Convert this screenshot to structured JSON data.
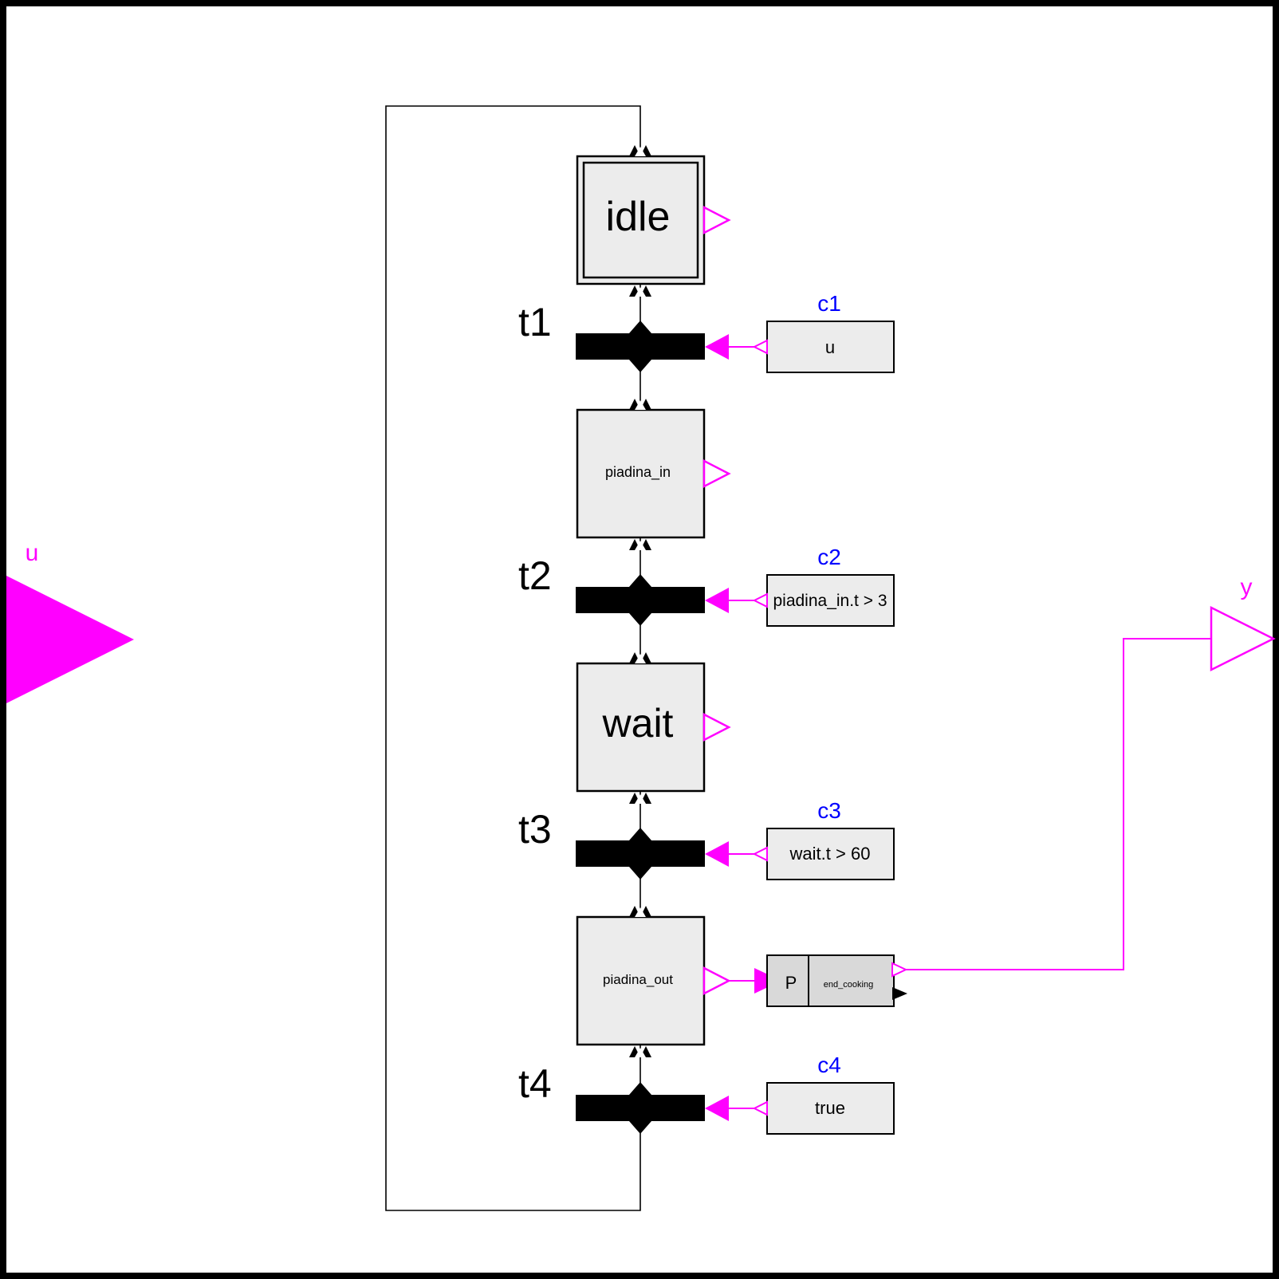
{
  "colors": {
    "signal": "#ff00ff",
    "condition_label": "#0000ff",
    "step_fill": "#ececec",
    "frame": "#000000"
  },
  "input": {
    "label": "u"
  },
  "output": {
    "label": "y"
  },
  "steps": [
    {
      "id": "idle",
      "label": "idle",
      "initial": true
    },
    {
      "id": "piadina_in",
      "label": "piadina_in",
      "initial": false
    },
    {
      "id": "wait",
      "label": "wait",
      "initial": false
    },
    {
      "id": "piadina_out",
      "label": "piadina_out",
      "initial": false
    }
  ],
  "transitions": [
    {
      "label": "t1"
    },
    {
      "label": "t2"
    },
    {
      "label": "t3"
    },
    {
      "label": "t4"
    }
  ],
  "conditions": [
    {
      "name": "c1",
      "expression": "u"
    },
    {
      "name": "c2",
      "expression": "piadina_in.t > 3"
    },
    {
      "name": "c3",
      "expression": "wait.t > 60"
    },
    {
      "name": "c4",
      "expression": "true"
    }
  ],
  "action": {
    "prefix": "P",
    "label": "end_cooking"
  }
}
